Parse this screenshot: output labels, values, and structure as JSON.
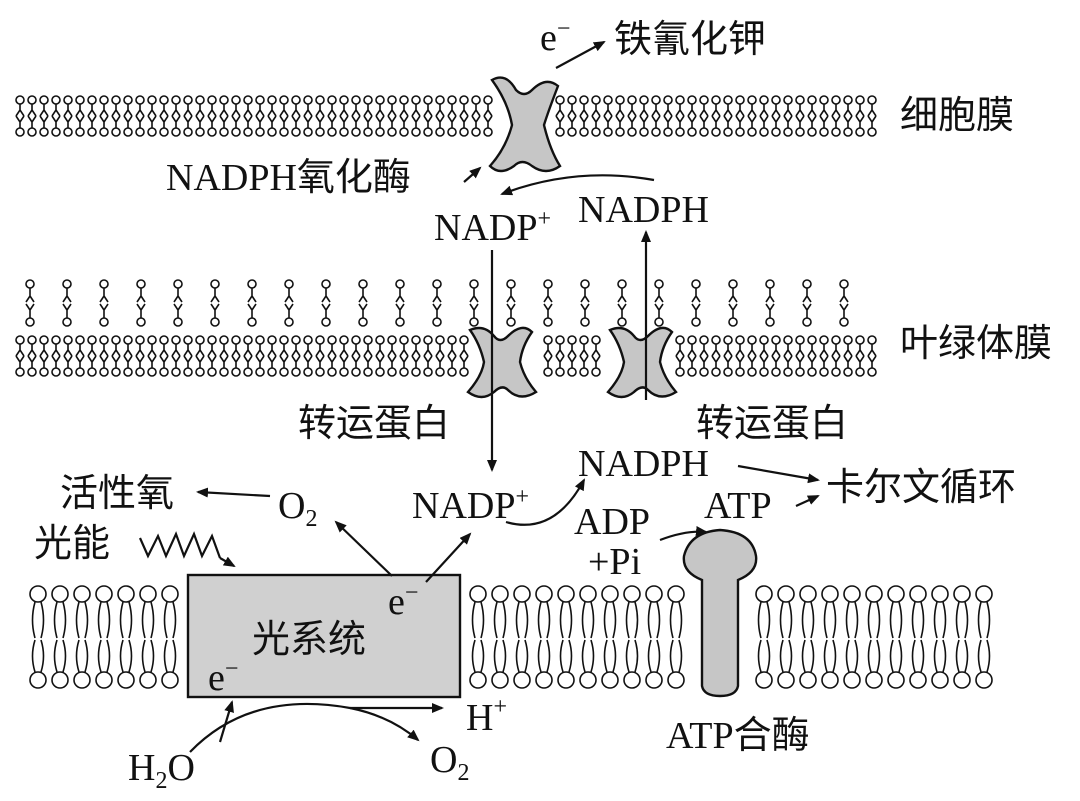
{
  "labels": {
    "e_top": "e",
    "e_sup": "−",
    "ferricyanide": "铁氰化钾",
    "cell_membrane": "细胞膜",
    "nadph_oxidase": "NADPH氧化酶",
    "nadp_plus_top": "NADP",
    "nadp_plus_top_sup": "+",
    "nadph_top": "NADPH",
    "chloroplast_membrane": "叶绿体膜",
    "transporter_left": "转运蛋白",
    "transporter_right": "转运蛋白",
    "nadph_mid": "NADPH",
    "calvin_cycle": "卡尔文循环",
    "reactive_oxygen": "活性氧",
    "o2_top": "O",
    "o2_top_sub": "2",
    "nadp_plus_mid": "NADP",
    "nadp_plus_mid_sup": "+",
    "atp_top": "ATP",
    "light_energy": "光能",
    "adp": "ADP",
    "pi": "+Pi",
    "photosystem": "光系统",
    "e_ps_right": "e",
    "e_ps_right_sup": "−",
    "e_ps_left": "e",
    "e_ps_left_sup": "−",
    "h_plus": "H",
    "h_plus_sup": "+",
    "h2o_h": "H",
    "h2o_sub": "2",
    "h2o_o": "O",
    "o2_bottom": "O",
    "o2_bottom_sub": "2",
    "atp_synthase": "ATP合酶"
  },
  "colors": {
    "protein_fill": "#c6c6c6",
    "photosystem_fill": "#d0d0d0",
    "stroke": "#111111"
  }
}
